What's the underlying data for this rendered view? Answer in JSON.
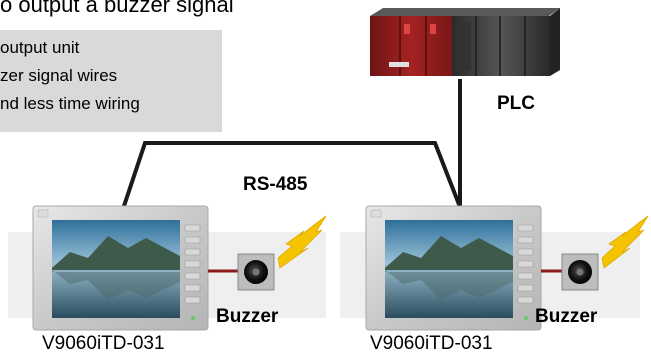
{
  "title": "o output a buzzer signal",
  "note_box": {
    "lines": [
      "output unit",
      "zer signal wires",
      "nd less time wiring"
    ]
  },
  "plc": {
    "label": "PLC"
  },
  "network": {
    "label": "RS-485"
  },
  "devices": [
    {
      "model": "V9060iTD-031",
      "buzzer_label": "Buzzer"
    },
    {
      "model": "V9060iTD-031",
      "buzzer_label": "Buzzer"
    }
  ],
  "colors": {
    "note_background": "#d9d9d9",
    "plc_red": "#8b1a1a",
    "plc_dark": "#3c3c3c",
    "cable": "#1a1a1a",
    "buzzer_wire": "#8b1a1a",
    "lightning": "#f5c400"
  }
}
